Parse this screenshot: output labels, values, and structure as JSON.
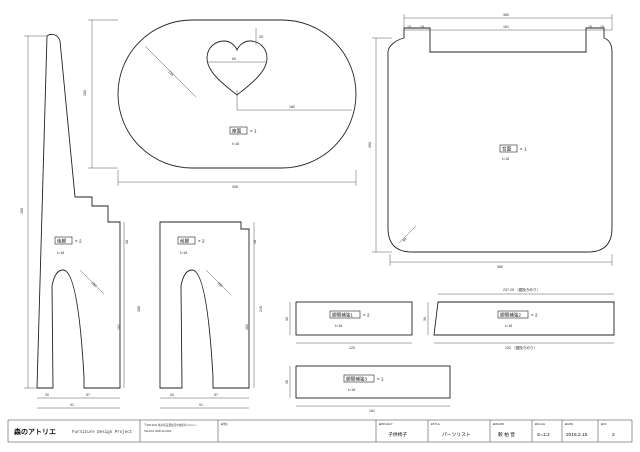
{
  "parts": {
    "seat": {
      "name": "座面",
      "qty": "× 1",
      "thickness": "t=18",
      "dims": {
        "width": "306",
        "height": "180",
        "diag": "235",
        "offset": "180",
        "heart_w": "60",
        "heart_h": "35"
      }
    },
    "back": {
      "name": "背面",
      "qty": "× 1",
      "thickness": "t=18",
      "dims": {
        "width": "360",
        "top": "360",
        "left_tab": "15",
        "left_gap": "18",
        "right_gap": "18",
        "right_tab": "15",
        "middle": "161",
        "height": "360",
        "radius": "50"
      }
    },
    "rear_leg": {
      "name": "後脚",
      "qty": "× 2",
      "thickness": "t=18",
      "dims": {
        "height": "450",
        "h1": "18",
        "h2": "162",
        "h3": "388",
        "radius": "100",
        "bottom_a": "30",
        "bottom_b": "57",
        "bottom_total": "91"
      }
    },
    "front_leg": {
      "name": "前脚",
      "qty": "× 2",
      "thickness": "t=18",
      "dims": {
        "h1": "18",
        "h2": "162",
        "h3": "240",
        "radius": "100",
        "bottom_a": "30",
        "bottom_b": "57",
        "bottom_total": "91"
      }
    },
    "brace_1": {
      "name": "脚間補強1",
      "qty": "× 2",
      "thickness": "t=18",
      "dims": {
        "length": "120",
        "height": "36"
      }
    },
    "brace_2": {
      "name": "脚間補強2",
      "qty": "× 2",
      "thickness": "t=18",
      "dims": {
        "top": "237.25 （鋸挽きめり）",
        "bottom": "232 （鋸挽きめり）",
        "height": "36"
      }
    },
    "brace_3": {
      "name": "脚間補強3",
      "qty": "× 1",
      "thickness": "t=18",
      "dims": {
        "length": "161",
        "height": "36"
      }
    }
  },
  "title_block": {
    "brand": "森のアトリエ",
    "tagline": "Furniture Design Project",
    "address": "〒509-0011 岐阜県美濃加茂市蜂屋町×××××-×",
    "tel": "TEL/FAX 0000-00-0000",
    "company_label": "■所在",
    "project_label": "■PROJECT",
    "project": "子供椅子",
    "title_label": "■TITLE",
    "title": "パーツリスト",
    "drawn_label": "■DRAWN",
    "drawn": "毅 柏  音",
    "scale_label": "■SCALE",
    "scale": "S=1:2",
    "date_label": "■DATE",
    "date": "2016.2.15",
    "no_label": "■NO.",
    "no": "2"
  },
  "colors": {
    "line": "#222222",
    "paper": "#ffffff"
  }
}
